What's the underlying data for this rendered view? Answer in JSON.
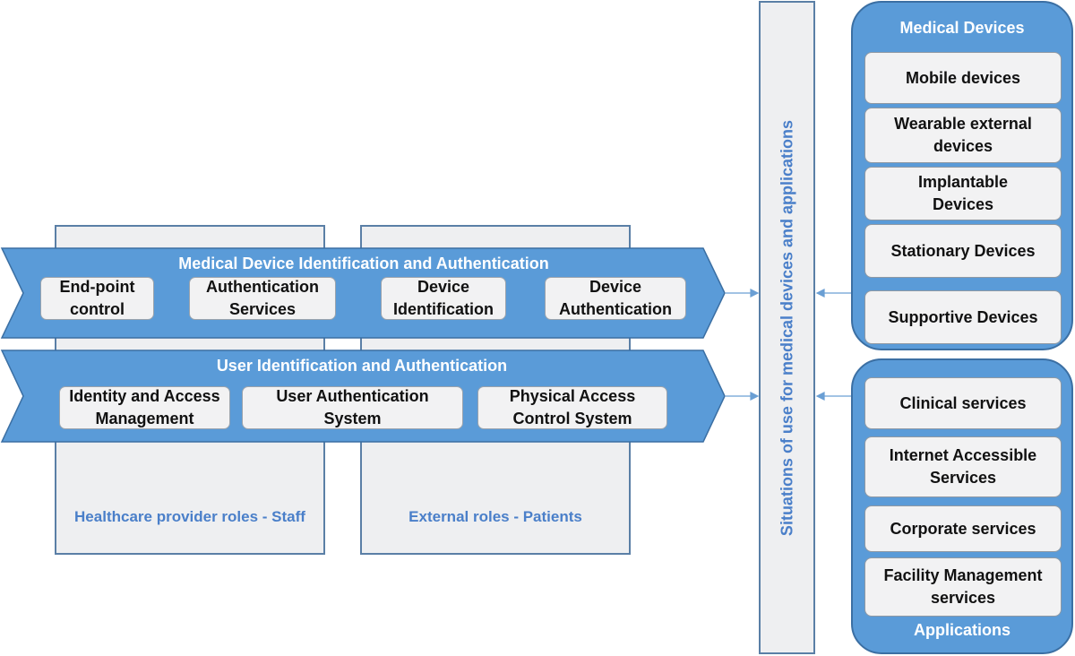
{
  "role_columns": [
    {
      "label": "Healthcare provider roles - Staff"
    },
    {
      "label": "External roles - Patients"
    }
  ],
  "bands": [
    {
      "title": "Medical Device Identification and Authentication",
      "boxes": [
        "End-point\ncontrol",
        "Authentication\nServices",
        "Device\nIdentification",
        "Device\nAuthentication"
      ]
    },
    {
      "title": "User Identification and Authentication",
      "boxes": [
        "Identity and Access\nManagement",
        "User Authentication\nSystem",
        "Physical Access\nControl System"
      ]
    }
  ],
  "situations_label": "Situations of use for medical devices and applications",
  "medical_devices": {
    "title": "Medical Devices",
    "items": [
      "Mobile devices",
      "Wearable external\ndevices",
      "Implantable\nDevices",
      "Stationary Devices",
      "Supportive Devices"
    ]
  },
  "applications": {
    "title": "Applications",
    "items": [
      "Clinical services",
      "Internet Accessible\nServices",
      "Corporate services",
      "Facility Management\nservices"
    ]
  },
  "colors": {
    "band_fill": "#5a9bd8",
    "band_stroke": "#3b6fa3",
    "role_text": "#4a7fc9",
    "connector": "#6a9fd4"
  }
}
